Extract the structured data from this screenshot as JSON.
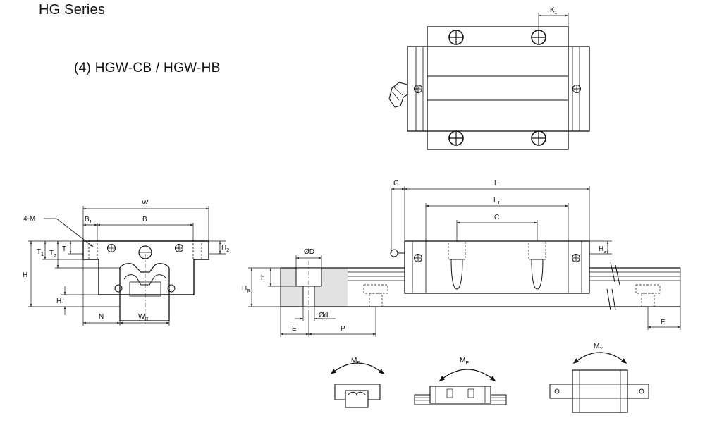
{
  "header": {
    "series": "HG Series",
    "model": "(4)  HGW-CB / HGW-HB"
  },
  "labels": {
    "K1": "K",
    "K1_sub": "1",
    "W": "W",
    "B1": "B",
    "B1_sub": "1",
    "B": "B",
    "four_M": "4-M",
    "T1": "T",
    "T1_sub": "1",
    "T2": "T",
    "T2_sub": "2",
    "T": "T",
    "H": "H",
    "H1": "H",
    "H1_sub": "1",
    "H2": "H",
    "H2_sub": "2",
    "N": "N",
    "WR": "W",
    "WR_sub": "R",
    "G": "G",
    "L": "L",
    "L1": "L",
    "L1_sub": "1",
    "C": "C",
    "H3": "H",
    "H3_sub": "3",
    "D": "ØD",
    "d": "Ød",
    "h": "h",
    "HR": "H",
    "HR_sub": "R",
    "E": "E",
    "P": "P",
    "E2": "E",
    "MR": "M",
    "MR_sub": "R",
    "MP": "M",
    "MP_sub": "P",
    "MY": "M",
    "MY_sub": "Y"
  }
}
